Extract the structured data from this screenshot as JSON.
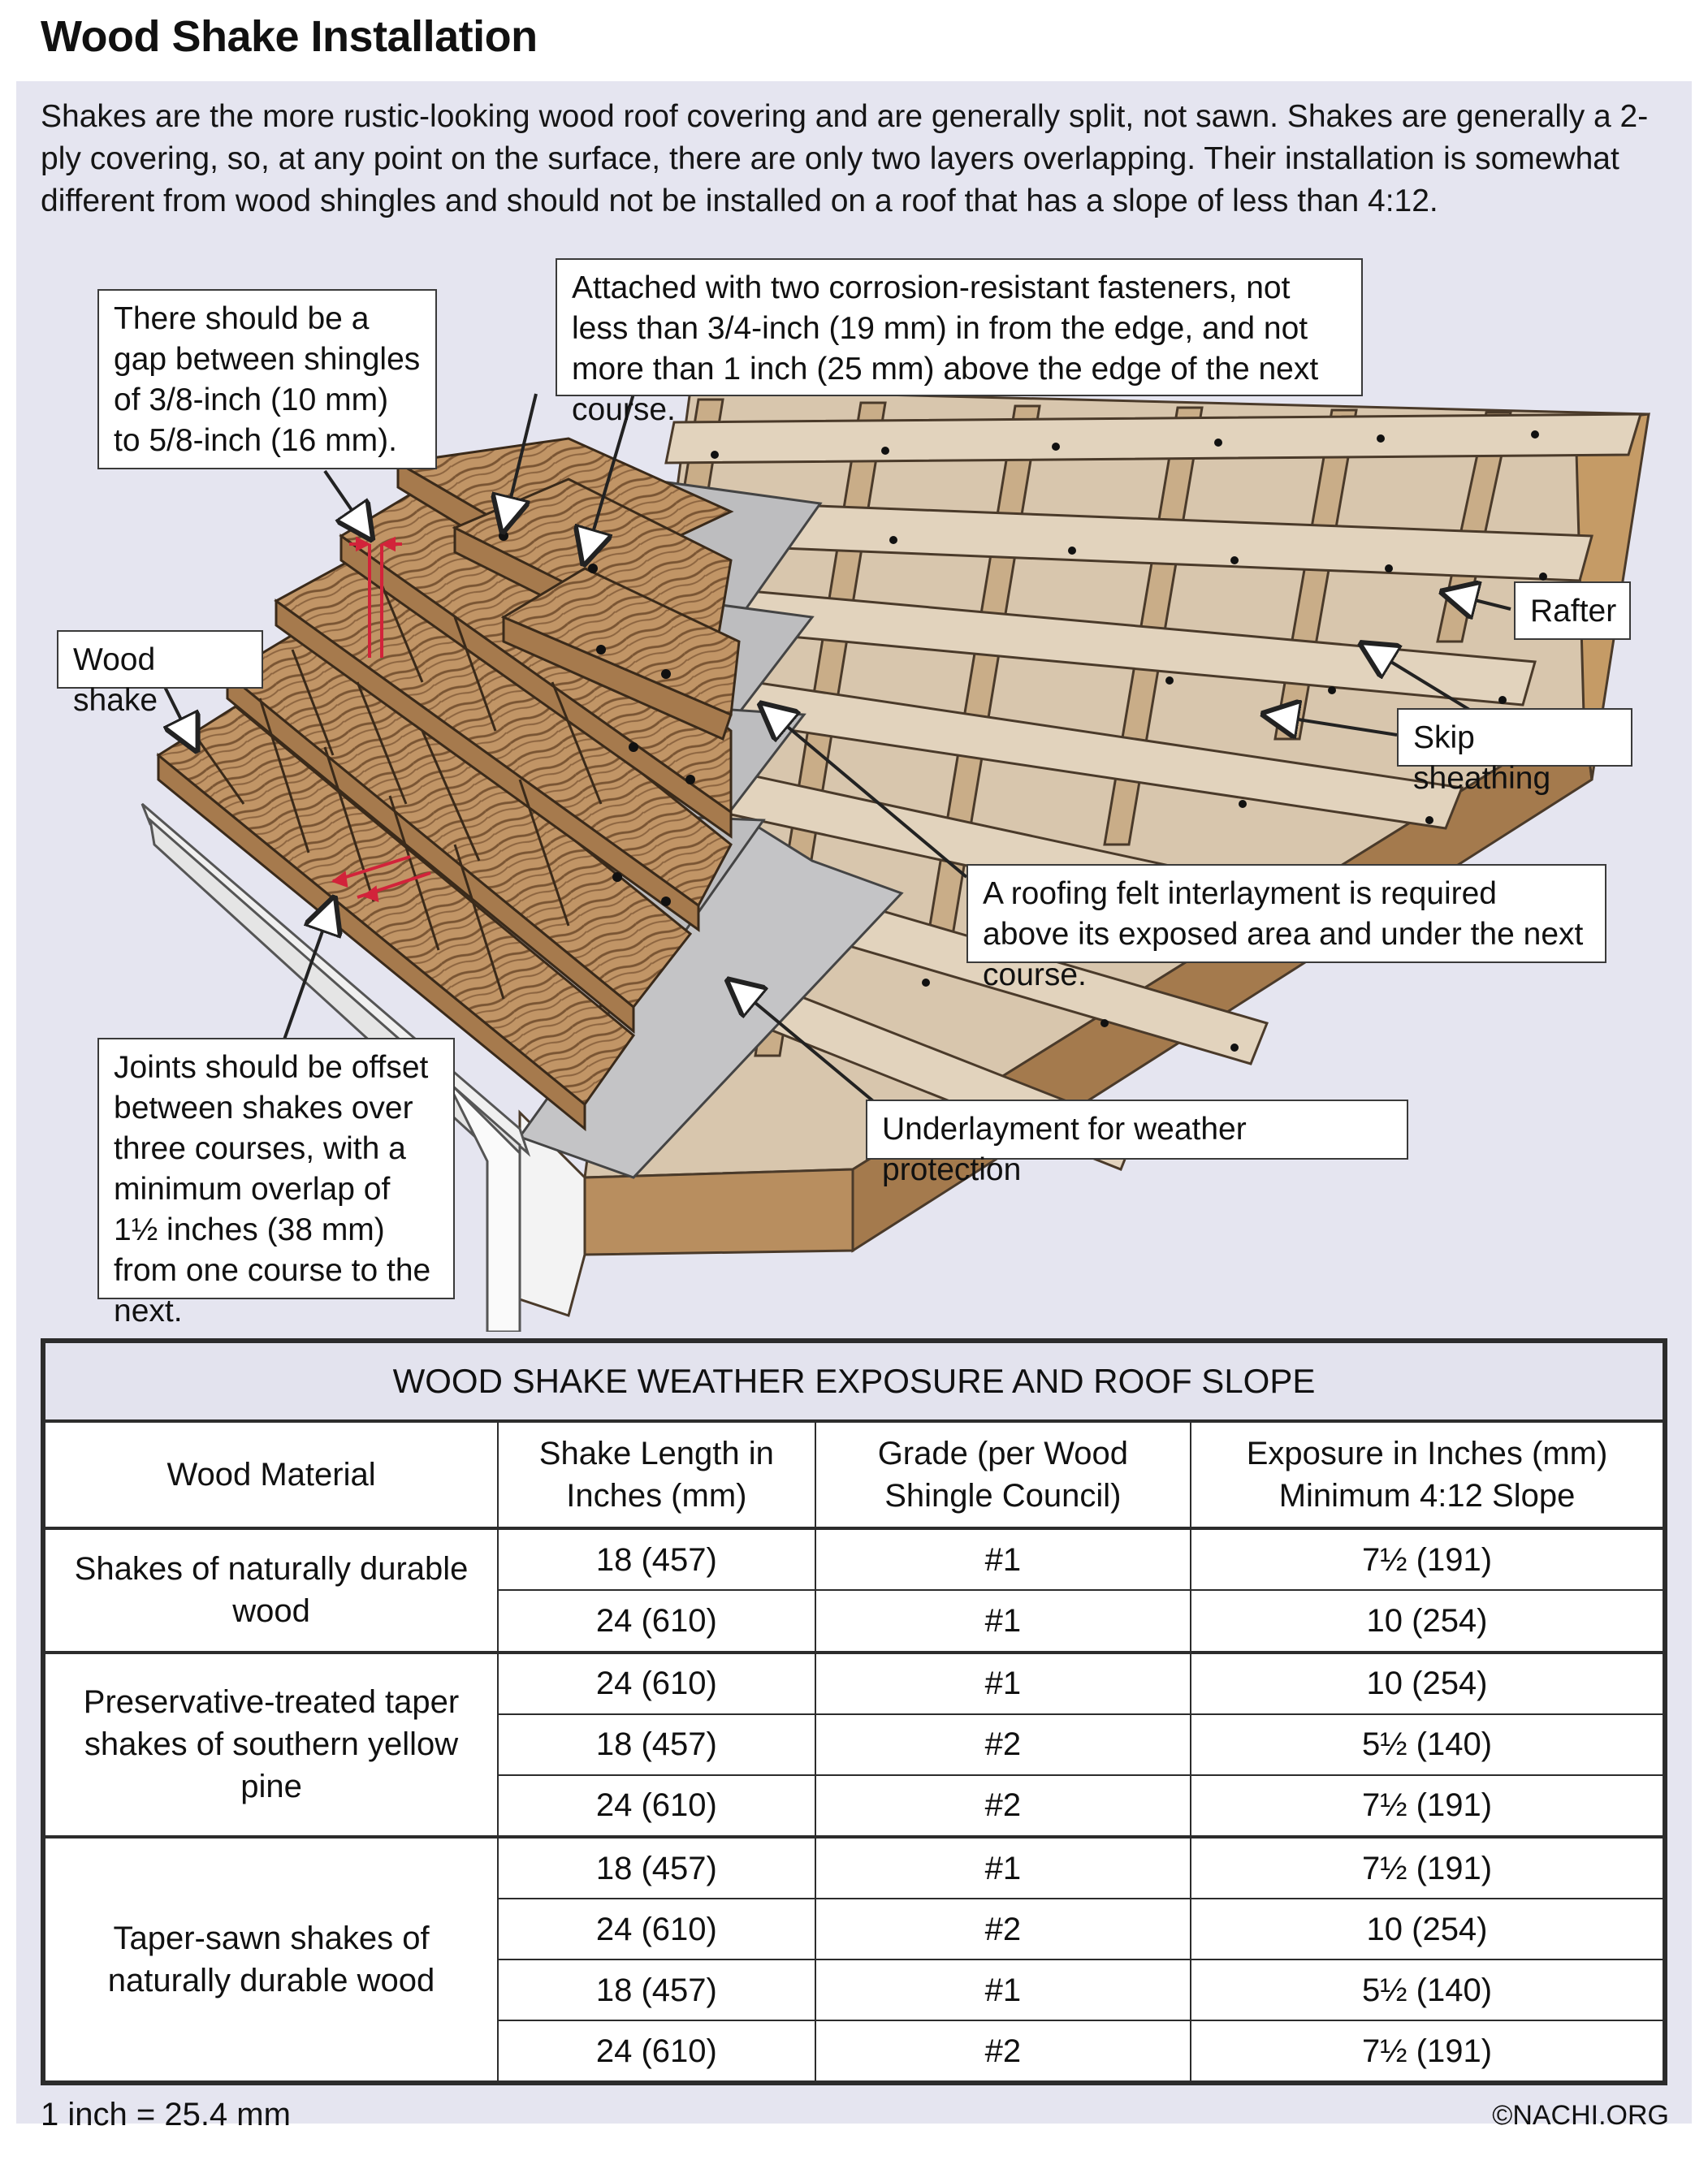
{
  "page": {
    "title": "Wood Shake Installation",
    "intro": "Shakes are the more rustic-looking wood roof covering and are generally split, not sawn. Shakes are generally a 2-ply covering, so, at any point on the surface, there are only two layers overlapping. Their installation is somewhat different from wood shingles and should not be installed on a roof that has a slope of less than 4:12."
  },
  "callouts": {
    "gap": "There should be a gap between shingles of 3/8-inch (10 mm) to 5/8-inch (16 mm).",
    "fasteners": "Attached with two corrosion-resistant fasteners, not less than 3/4-inch (19 mm) in from the edge, and not more than 1 inch (25 mm) above the edge of the next course.",
    "wood_shake": "Wood shake",
    "rafter": "Rafter",
    "skip_sheathing": "Skip sheathing",
    "felt": "A roofing felt interlayment is required above its exposed area and under the next course.",
    "underlayment": "Underlayment for weather protection",
    "joints": "Joints should be offset between shakes over three courses, with a minimum overlap of 1½ inches (38 mm) from one course to the next."
  },
  "table": {
    "caption": "WOOD SHAKE WEATHER EXPOSURE AND ROOF SLOPE",
    "headers": [
      "Wood Material",
      "Shake Length in Inches (mm)",
      "Grade (per Wood Shingle Council)",
      "Exposure in Inches (mm) Minimum 4:12 Slope"
    ],
    "groups": [
      {
        "material": "Shakes of naturally durable wood",
        "rows": [
          [
            "18 (457)",
            "#1",
            "7½ (191)"
          ],
          [
            "24 (610)",
            "#1",
            "10 (254)"
          ]
        ]
      },
      {
        "material": "Preservative-treated taper shakes of southern yellow pine",
        "rows": [
          [
            "24 (610)",
            "#1",
            "10 (254)"
          ],
          [
            "18 (457)",
            "#2",
            "5½ (140)"
          ],
          [
            "24 (610)",
            "#2",
            "7½ (191)"
          ]
        ]
      },
      {
        "material": "Taper-sawn shakes of naturally durable wood",
        "rows": [
          [
            "18 (457)",
            "#1",
            "7½ (191)"
          ],
          [
            "24 (610)",
            "#2",
            "10 (254)"
          ],
          [
            "18 (457)",
            "#1",
            "5½ (140)"
          ],
          [
            "24 (610)",
            "#2",
            "7½ (191)"
          ]
        ]
      }
    ]
  },
  "footer": {
    "note": "1 inch = 25.4 mm",
    "copyright": "©NACHI.ORG"
  },
  "colors": {
    "panel": "#e5e5f0",
    "wood_light": "#d9c2a2",
    "wood_mid": "#c4a47b",
    "shake": "#b98d5e",
    "shake_grain": "#7a5533",
    "felt": "#bdbdbf",
    "accent_red": "#d2233a"
  }
}
